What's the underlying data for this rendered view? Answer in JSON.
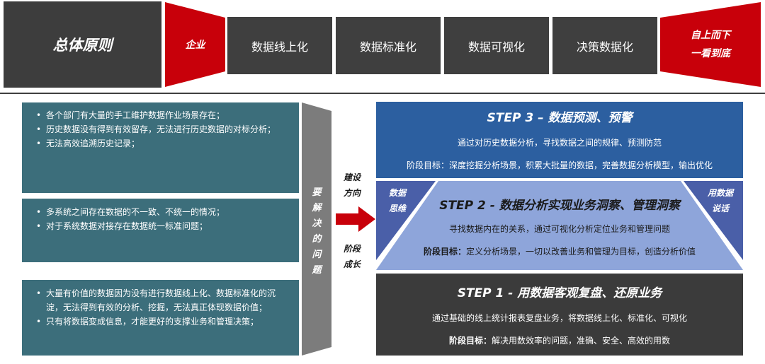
{
  "header": {
    "title": "总体原则",
    "left_red": "企业",
    "pillars": [
      "数据线上化",
      "数据标准化",
      "数据可视化",
      "决策数据化"
    ],
    "right_red": [
      "自上而下",
      "一看到底"
    ]
  },
  "problems": [
    {
      "items": [
        "各个部门有大量的手工维护数据作业场景存在；",
        "历史数据没有得到有效留存，无法进行历史数据的对标分析；",
        "无法高效追溯历史记录；"
      ]
    },
    {
      "items": [
        "多系统之间存在数据的不一致、不统一的情况；",
        "对于系统数据对接存在数据统一标准问题；"
      ]
    },
    {
      "items": [
        "大量有价值的数据因为没有进行数据线上化、数据标准化的沉淀，无法得到有效的分析、挖掘，无法真正体现数据价值；",
        "只有将数据变成信息，才能更好的支撑业务和管理决策；"
      ]
    }
  ],
  "vertical_label": "要\n解\n决\n的\n问\n题",
  "arrow_labels": {
    "top": "建设\n方向",
    "bottom": "阶段\n成长"
  },
  "steps": {
    "step3": {
      "title": "STEP 3 – 数据预测、预警",
      "desc": "通过对历史数据分析，寻找数据之间的规律、预测防范",
      "goal": "阶段目标：深度挖掘分析场景，积累大批量的数据，完善数据分析模型，输出优化"
    },
    "step2": {
      "title": "STEP 2 - 数据分析实现业务洞察、管理洞察",
      "desc": "寻找数据内在的关系，通过可视化分析定位业务和管理问题",
      "goal_label": "阶段目标：",
      "goal": "定义分析场景，一切以改善业务和管理为目标，创造分析价值",
      "left_wing": "数据\n思维",
      "right_wing": "用数据\n说话"
    },
    "step1": {
      "title": "STEP 1 - 用数据客观复盘、还原业务",
      "desc": "通过基础的线上统计报表复盘业务，将数据线上化、标准化、可视化",
      "goal_label": "阶段目标：",
      "goal": "解决用数效率的问题，准确、安全、高效的用数"
    }
  },
  "colors": {
    "red": "#c8000a",
    "dark": "#3f3f3f",
    "teal": "#3c6e7b",
    "blue": "#2c5fa0",
    "periwinkle": "#8ea5da",
    "wing": "#4a5fa8",
    "grey": "#7c7c7c"
  }
}
